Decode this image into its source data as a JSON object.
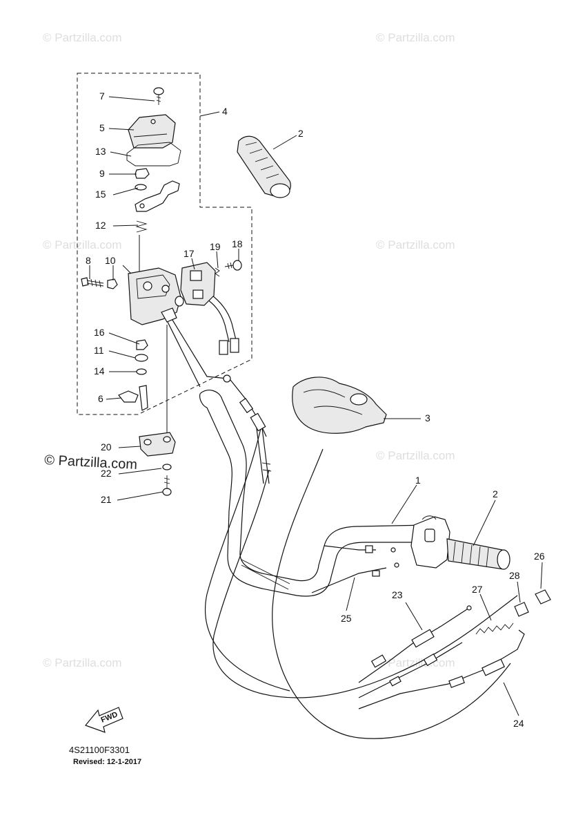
{
  "watermarks": {
    "small": "© Partzilla.com",
    "large": "© Partzilla.com"
  },
  "diagram": {
    "code": "4S21100F3301",
    "revised": "Revised: 12-1-2017",
    "fwd_arrow_label": "FWD"
  },
  "callouts": [
    "7",
    "5",
    "13",
    "9",
    "15",
    "12",
    "4",
    "2",
    "8",
    "10",
    "17",
    "19",
    "18",
    "16",
    "11",
    "14",
    "6",
    "20",
    "22",
    "21",
    "3",
    "1",
    "2",
    "26",
    "28",
    "27",
    "23",
    "25",
    "24"
  ],
  "colors": {
    "line": "#111111",
    "watermark": "#dedede",
    "background": "#ffffff"
  }
}
